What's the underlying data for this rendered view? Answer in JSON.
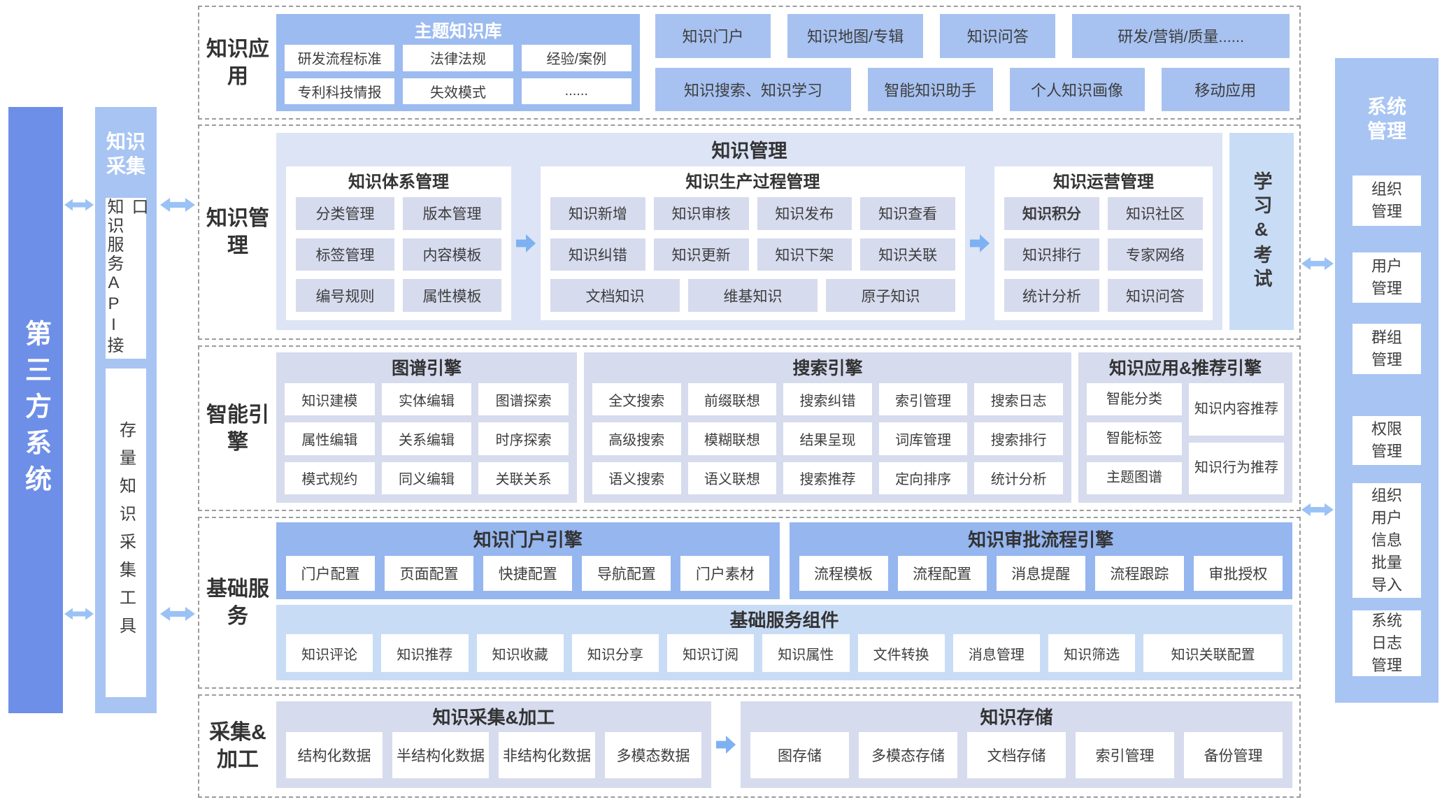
{
  "left_bar": {
    "label": "第三方系统"
  },
  "capture_column": {
    "title": "知识采集",
    "items": [
      "知识服务API接口",
      "存量知识采集工具"
    ]
  },
  "system_column": {
    "title": "系统管理",
    "items": [
      "组织管理",
      "用户管理",
      "群组管理",
      "权限管理",
      "组织用户信息批量导入",
      "系统日志管理"
    ]
  },
  "sections": {
    "app": {
      "label": "知识应用",
      "theme_kb": {
        "title": "主题知识库",
        "items": [
          "研发流程标准",
          "法律法规",
          "经验/案例",
          "专利科技情报",
          "失效模式",
          "......"
        ]
      },
      "portal_row1": [
        "知识门户",
        "知识地图/专辑",
        "知识问答",
        "研发/营销/质量......"
      ],
      "portal_row2": [
        "知识搜索、知识学习",
        "智能知识助手",
        "个人知识画像",
        "移动应用"
      ]
    },
    "management": {
      "label": "知识管理",
      "panel_title": "知识管理",
      "system": {
        "title": "知识体系管理",
        "items": [
          "分类管理",
          "版本管理",
          "标签管理",
          "内容模板",
          "编号规则",
          "属性模板"
        ]
      },
      "production": {
        "title": "知识生产过程管理",
        "row1": [
          "知识新增",
          "知识审核",
          "知识发布",
          "知识查看"
        ],
        "row2": [
          "知识纠错",
          "知识更新",
          "知识下架",
          "知识关联"
        ],
        "row3": [
          "文档知识",
          "维基知识",
          "原子知识"
        ]
      },
      "operation": {
        "title": "知识运营管理",
        "items": [
          "知识积分",
          "知识社区",
          "知识排行",
          "专家网络",
          "统计分析",
          "知识问答"
        ]
      },
      "side_label": "学习&考试"
    },
    "engine": {
      "label": "智能引擎",
      "graph": {
        "title": "图谱引擎",
        "items": [
          "知识建模",
          "实体编辑",
          "图谱探索",
          "属性编辑",
          "关系编辑",
          "时序探索",
          "模式规约",
          "同义编辑",
          "关联关系"
        ]
      },
      "search": {
        "title": "搜索引擎",
        "items": [
          "全文搜索",
          "前缀联想",
          "搜索纠错",
          "索引管理",
          "搜索日志",
          "高级搜索",
          "模糊联想",
          "结果呈现",
          "词库管理",
          "搜索排行",
          "语义搜索",
          "语义联想",
          "搜索推荐",
          "定向排序",
          "统计分析"
        ]
      },
      "recommend": {
        "title": "知识应用&推荐引擎",
        "left_items": [
          "智能分类",
          "智能标签",
          "主题图谱"
        ],
        "right_items": [
          "知识内容推荐",
          "知识行为推荐"
        ]
      }
    },
    "base": {
      "label": "基础服务",
      "portal_engine": {
        "title": "知识门户引擎",
        "items": [
          "门户配置",
          "页面配置",
          "快捷配置",
          "导航配置",
          "门户素材"
        ]
      },
      "approval_engine": {
        "title": "知识审批流程引擎",
        "items": [
          "流程模板",
          "流程配置",
          "消息提醒",
          "流程跟踪",
          "审批授权"
        ]
      },
      "components": {
        "title": "基础服务组件",
        "items": [
          "知识评论",
          "知识推荐",
          "知识收藏",
          "知识分享",
          "知识订阅",
          "知识属性",
          "文件转换",
          "消息管理",
          "知识筛选",
          "知识关联配置"
        ]
      }
    },
    "collect": {
      "label": "采集&加工",
      "collection": {
        "title": "知识采集&加工",
        "items": [
          "结构化数据",
          "半结构化数据",
          "非结构化数据",
          "多模态数据"
        ]
      },
      "storage": {
        "title": "知识存储",
        "items": [
          "图存储",
          "多模态存储",
          "文档存储",
          "索引管理",
          "备份管理"
        ]
      }
    }
  },
  "colors": {
    "third_party_bar": "#6e8fe8",
    "side_column_blue": "#a7c4f3",
    "portal_tile_blue": "#a7c2f1",
    "banner_blue": "#9cbbf0",
    "engine_panel_blue": "#95b6ef",
    "light_blue_panel": "#c9dcf6",
    "lavender_panel": "#d6dbee",
    "management_panel": "#dce4f5",
    "double_arrow": "#9ac2f5",
    "flow_arrow": "#7db1f2",
    "text_dark": "#3d3d3d"
  }
}
